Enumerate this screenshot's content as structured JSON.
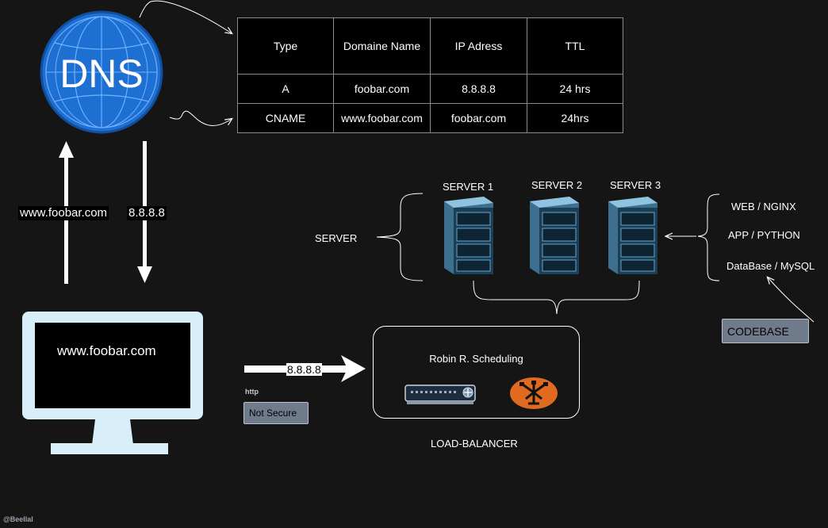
{
  "dns": {
    "logo_text": "DNS",
    "table": {
      "headers": [
        "Type",
        "Domaine Name",
        "IP Adress",
        "TTL"
      ],
      "rows": [
        [
          "A",
          "foobar.com",
          "8.8.8.8",
          "24 hrs"
        ],
        [
          "CNAME",
          "www.foobar.com",
          "foobar.com",
          "24hrs"
        ]
      ]
    }
  },
  "request_label": "www.foobar.com",
  "response_label": "8.8.8.8",
  "computer": {
    "screen_text": "www.foobar.com"
  },
  "connection": {
    "arrow_label": "8.8.8.8",
    "protocol": "http",
    "security_badge": "Not Secure"
  },
  "load_balancer": {
    "algorithm": "Robin R. Scheduling",
    "caption": "LOAD-BALANCER"
  },
  "servers": {
    "group_label": "SERVER",
    "names": [
      "SERVER 1",
      "SERVER 2",
      "SERVER 3"
    ],
    "stack": [
      "WEB / NGINX",
      "APP / PYTHON",
      "DataBase / MySQL"
    ],
    "codebase": "CODEBASE"
  },
  "credit": "@Beellal",
  "colors": {
    "dns_blue": "#1d6fd1",
    "monitor": "#d8eef8",
    "lb_orange": "#e06a1f",
    "badge_bg": "#6f7a8a"
  }
}
